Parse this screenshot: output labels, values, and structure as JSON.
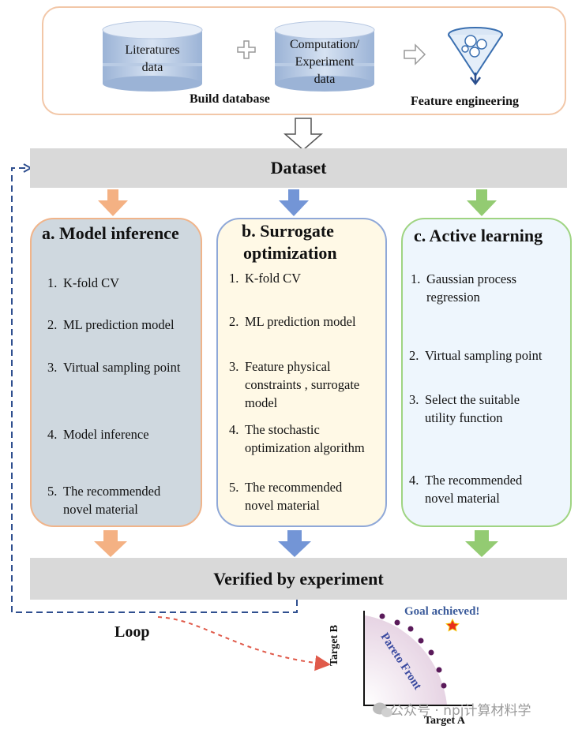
{
  "top": {
    "literatures": [
      "Literatures",
      "data"
    ],
    "computation": [
      "Computation/",
      "Experiment",
      "data"
    ],
    "build_database": "Build database",
    "feature_engineering": "Feature engineering"
  },
  "dataset": "Dataset",
  "panels": [
    {
      "title": [
        "a. Model inference"
      ],
      "steps": [
        {
          "num": "1.",
          "lines": [
            "K-fold CV"
          ]
        },
        {
          "num": "2.",
          "lines": [
            "ML prediction model"
          ]
        },
        {
          "num": "3.",
          "lines": [
            "Virtual sampling point"
          ]
        },
        {
          "num": "4.",
          "lines": [
            "Model inference"
          ]
        },
        {
          "num": "5.",
          "lines": [
            "The recommended",
            "novel material"
          ]
        }
      ]
    },
    {
      "title": [
        "b. Surrogate",
        "optimization"
      ],
      "steps": [
        {
          "num": "1.",
          "lines": [
            "K-fold CV"
          ]
        },
        {
          "num": "2.",
          "lines": [
            "ML prediction model"
          ]
        },
        {
          "num": "3.",
          "lines": [
            "Feature physical",
            "constraints , surrogate",
            "model"
          ]
        },
        {
          "num": "4.",
          "lines": [
            "The stochastic",
            "optimization algorithm"
          ]
        },
        {
          "num": "5.",
          "lines": [
            "The recommended",
            "novel material"
          ]
        }
      ]
    },
    {
      "title": [
        "c. Active learning"
      ],
      "steps": [
        {
          "num": "1.",
          "lines": [
            "Gaussian process",
            "regression"
          ]
        },
        {
          "num": "2.",
          "lines": [
            "Virtual sampling point"
          ]
        },
        {
          "num": "3.",
          "lines": [
            "Select the suitable",
            "utility function"
          ]
        },
        {
          "num": "4.",
          "lines": [
            "The recommended",
            "novel material"
          ]
        }
      ]
    }
  ],
  "verified": "Verified by experiment",
  "loop": "Loop",
  "pareto": {
    "goal": "Goal achieved!",
    "front": "Pareto Front",
    "x_axis": "Target A",
    "y_axis": "Target B"
  },
  "watermark": "公众号 · npj计算材料学",
  "colors": {
    "orange": "#f4b183",
    "blue": "#7395d6",
    "green": "#93cb72",
    "panel_a_bg": "#cfd8df",
    "panel_b_bg": "#fff9e6",
    "panel_c_bg": "#eef6fd"
  }
}
